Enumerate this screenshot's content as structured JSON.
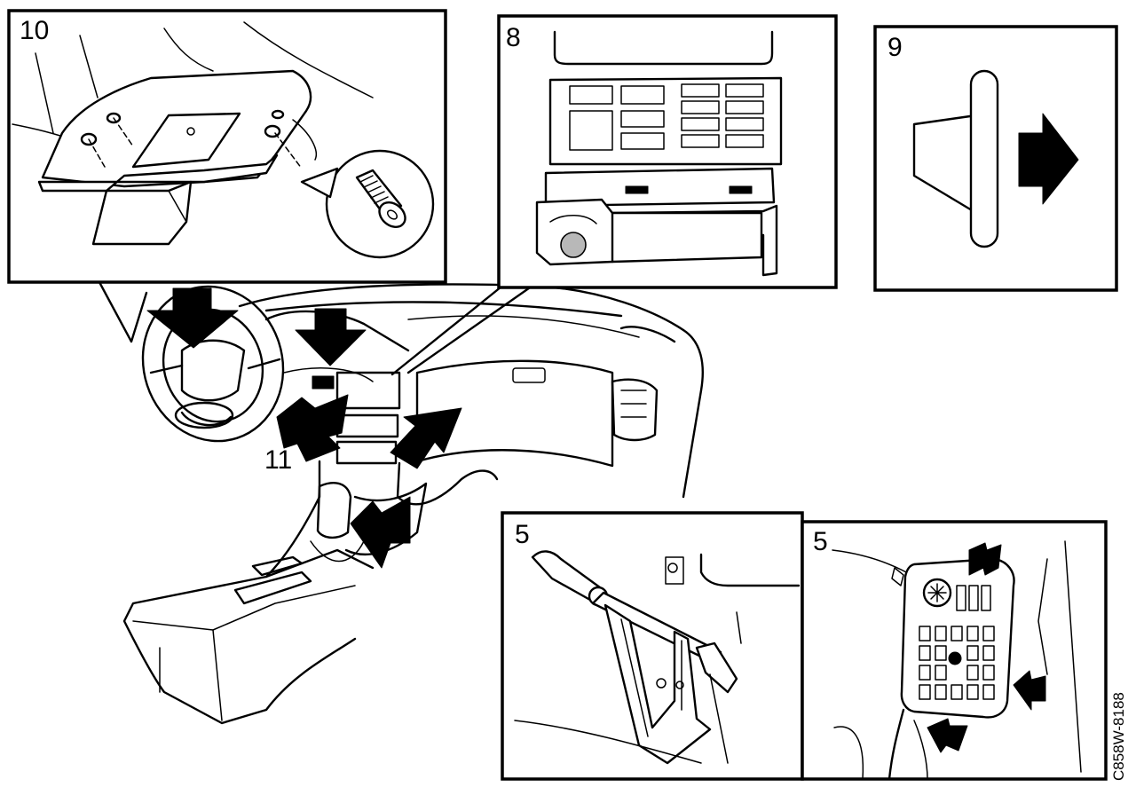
{
  "callouts": {
    "top_left": "10",
    "top_center": "8",
    "top_right": "9",
    "dash": "11",
    "bottom_left": "5",
    "bottom_right": "5"
  },
  "figure_code": "C858W-8188",
  "icons": {
    "pointer_arrow": "solid-black-arrow-icon",
    "screw": "screw-icon",
    "direction": "right-arrow-icon"
  },
  "colors": {
    "ink": "#000000",
    "paper": "#ffffff"
  }
}
